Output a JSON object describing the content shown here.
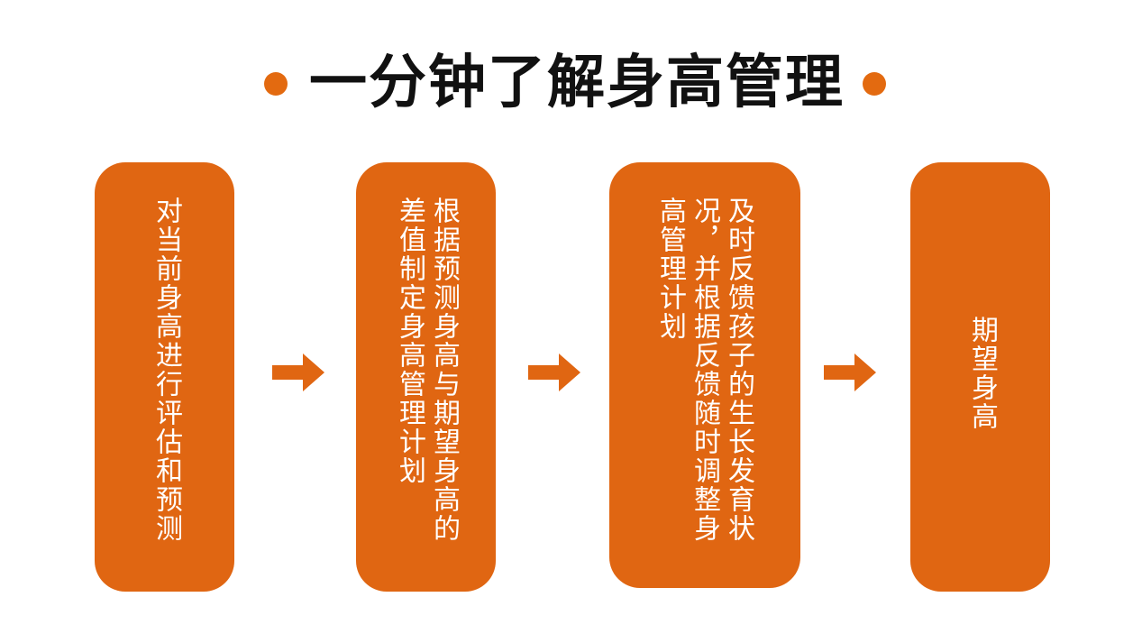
{
  "title": "一分钟了解身高管理",
  "colors": {
    "accent": "#e06612",
    "dot": "#e36a10",
    "title_text": "#111111",
    "box_text": "#ffffff"
  },
  "steps": [
    {
      "label": "对当前身高进行评估和预测"
    },
    {
      "label": "根据预测身高与期望身高的差值制定身高管理计划"
    },
    {
      "label": "及时反馈孩子的生长发育状况，并根据反馈随时调整身高管理计划"
    },
    {
      "label": "期望身高"
    }
  ],
  "arrows": [
    "arrow-right",
    "arrow-right",
    "arrow-right"
  ]
}
